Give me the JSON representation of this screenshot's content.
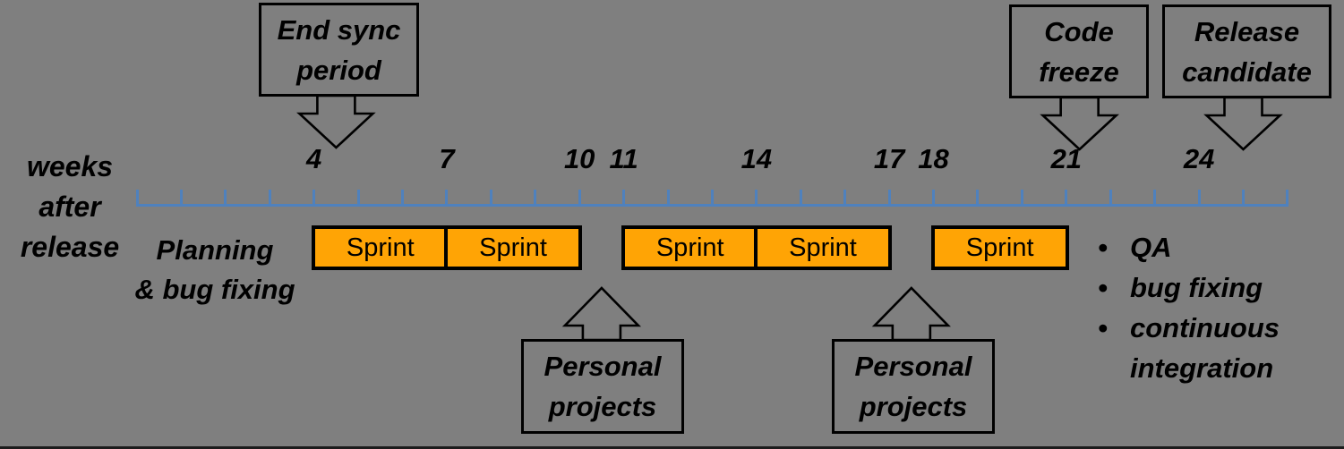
{
  "colors": {
    "background": "#7f7f7f",
    "timeline_blue": "#4f81bd",
    "sprint_orange": "#ffa405",
    "text": "#000000",
    "border": "#000000"
  },
  "axis": {
    "label_lines": [
      "weeks",
      "after",
      "release"
    ],
    "week_min": 0,
    "week_max": 26,
    "tick_labels": [
      {
        "week": 4,
        "label": "4"
      },
      {
        "week": 7,
        "label": "7"
      },
      {
        "week": 10,
        "label": "10"
      },
      {
        "week": 11,
        "label": "11"
      },
      {
        "week": 14,
        "label": "14"
      },
      {
        "week": 17,
        "label": "17"
      },
      {
        "week": 18,
        "label": "18"
      },
      {
        "week": 21,
        "label": "21"
      },
      {
        "week": 24,
        "label": "24"
      }
    ]
  },
  "callouts": [
    {
      "lines": [
        "End sync",
        "period"
      ],
      "direction": "down",
      "points_to_week": 4.5
    },
    {
      "lines": [
        "Code",
        "freeze"
      ],
      "direction": "down",
      "points_to_week": 21.3
    },
    {
      "lines": [
        "Release",
        "candidate"
      ],
      "direction": "down",
      "points_to_week": 25
    },
    {
      "lines": [
        "Personal",
        "projects"
      ],
      "direction": "up",
      "points_to_week": 10.5
    },
    {
      "lines": [
        "Personal",
        "projects"
      ],
      "direction": "up",
      "points_to_week": 17.5
    }
  ],
  "sprints": [
    {
      "label": "Sprint",
      "week_start": 4,
      "week_end": 7
    },
    {
      "label": "Sprint",
      "week_start": 7,
      "week_end": 10
    },
    {
      "label": "Sprint",
      "week_start": 11,
      "week_end": 14
    },
    {
      "label": "Sprint",
      "week_start": 14,
      "week_end": 17
    },
    {
      "label": "Sprint",
      "week_start": 18,
      "week_end": 21
    }
  ],
  "left_phase": {
    "lines": [
      "Planning",
      "& bug fixing"
    ]
  },
  "right_phase": {
    "items": [
      "QA",
      "bug fixing",
      "continuous integration"
    ],
    "bullet": "•"
  }
}
